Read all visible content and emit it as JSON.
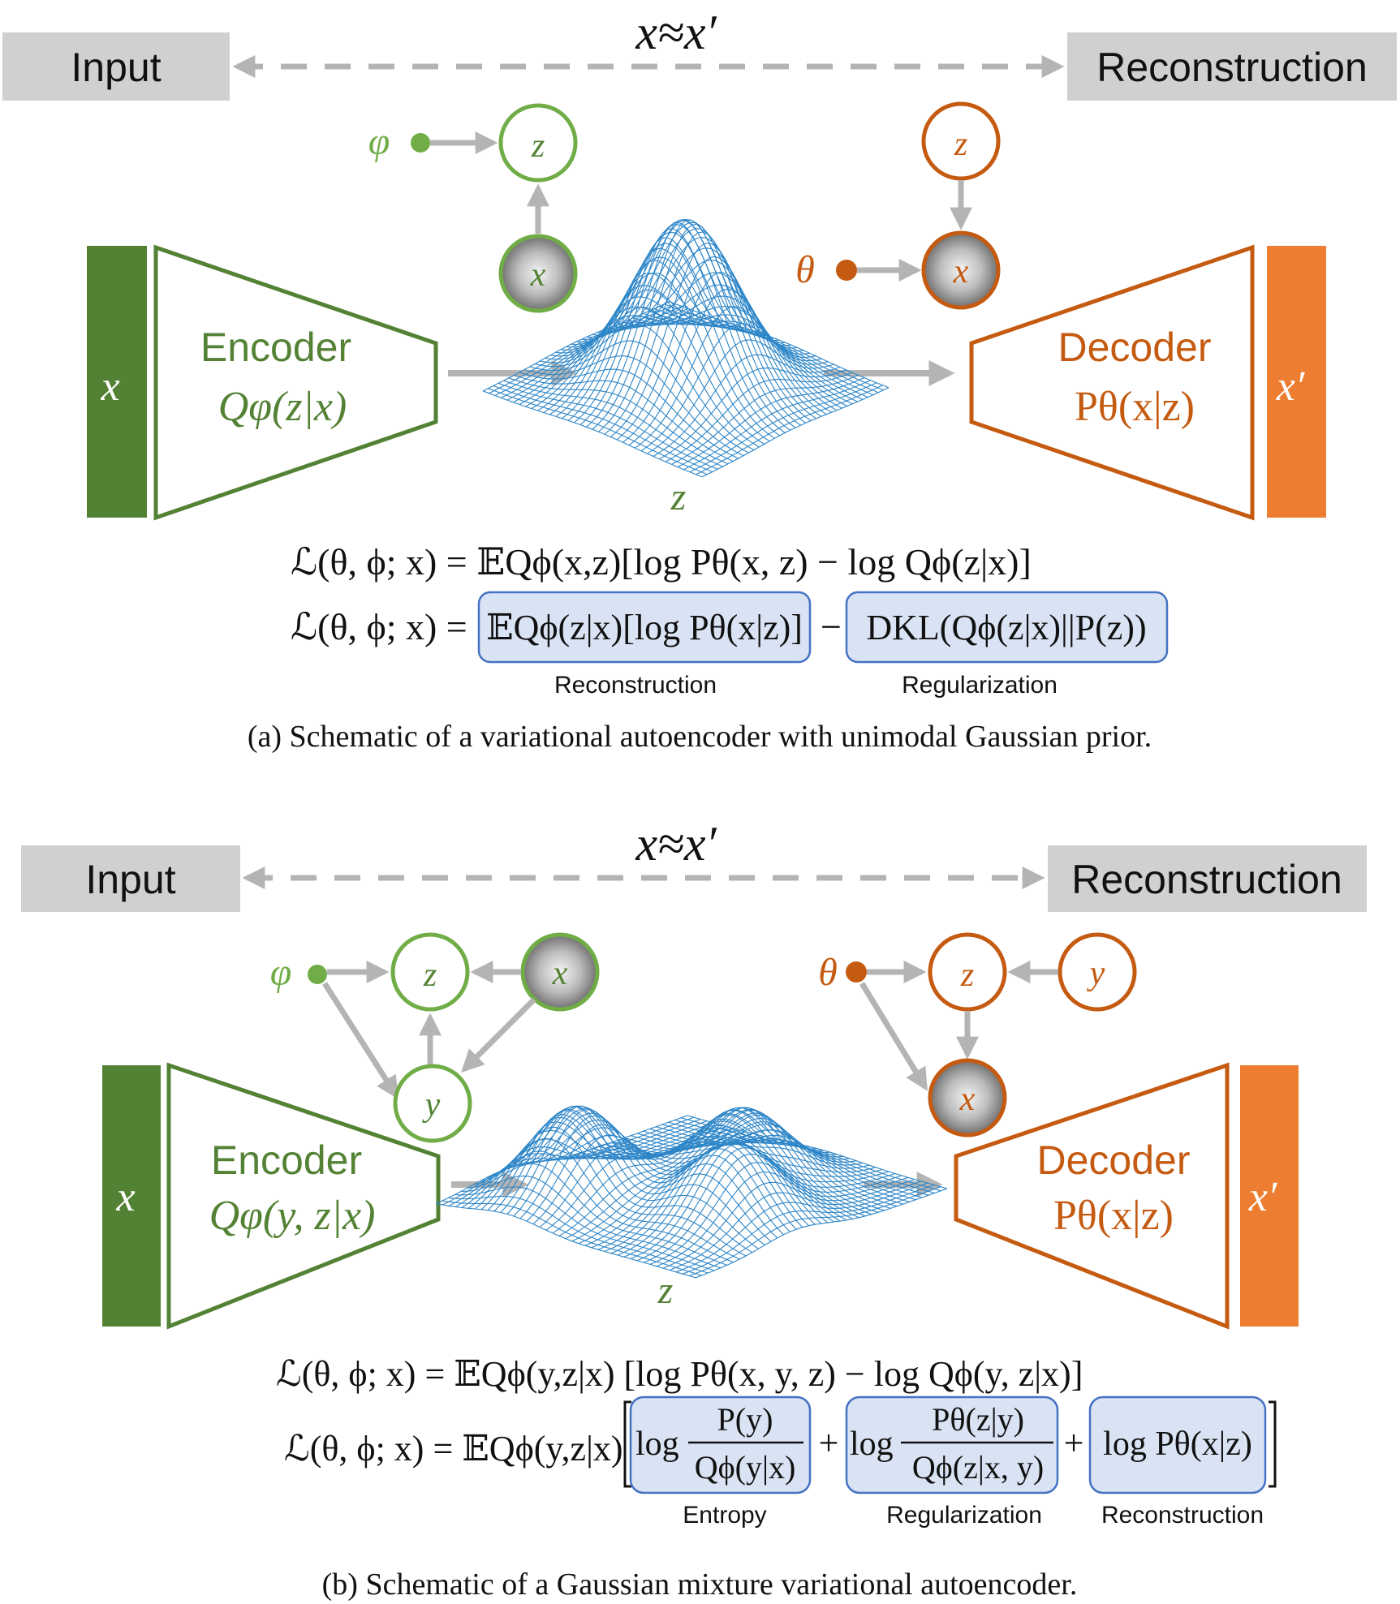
{
  "colors": {
    "green": "#548235",
    "green_light": "#70ad47",
    "orange": "#c55a11",
    "orange_fill": "#ed7d31",
    "grey_box": "#d0d0d0",
    "arrow_grey": "#b4b4b4",
    "mesh_blue": "#2e86c8",
    "term_fill": "#dae3f3",
    "term_stroke": "#4472c4"
  },
  "a": {
    "input_label": "Input",
    "reconstruction_label": "Reconstruction",
    "approx": "x≈x′",
    "input_bar": "x",
    "output_bar": "x′",
    "encoder_title": "Encoder",
    "encoder_formula": "Qφ(z|x)",
    "decoder_title": "Decoder",
    "decoder_formula": "Pθ(x|z)",
    "latent_label": "z",
    "enc_graph": {
      "param": "φ",
      "node_latent": "z",
      "node_observed": "x"
    },
    "dec_graph": {
      "param": "θ",
      "node_latent": "z",
      "node_observed": "x"
    },
    "eq1": "ℒ(θ, ϕ; x) = 𝔼Qϕ(x,z)[log Pθ(x, z) − log Qϕ(z|x)]",
    "eq2_left": "ℒ(θ, ϕ; x) =",
    "eq2_term1": "𝔼Qϕ(z|x)[log Pθ(x|z)]",
    "eq2_minus": "−",
    "eq2_term2": "DKL(Qϕ(z|x)||P(z))",
    "term1_caption": "Reconstruction",
    "term2_caption": "Regularization",
    "caption": "(a) Schematic of a variational autoencoder with unimodal Gaussian prior."
  },
  "b": {
    "input_label": "Input",
    "reconstruction_label": "Reconstruction",
    "approx": "x≈x′",
    "input_bar": "x",
    "output_bar": "x′",
    "encoder_title": "Encoder",
    "encoder_formula": "Qφ(y, z|x)",
    "decoder_title": "Decoder",
    "decoder_formula": "Pθ(x|z)",
    "latent_label": "z",
    "enc_graph": {
      "param": "φ",
      "node_latent": "z",
      "node_observed": "x",
      "node_cluster": "y"
    },
    "dec_graph": {
      "param": "θ",
      "node_latent": "z",
      "node_observed": "x",
      "node_cluster": "y"
    },
    "eq1": "ℒ(θ, ϕ; x) = 𝔼Qϕ(y,z|x) [log Pθ(x, y, z) − log Qϕ(y, z|x)]",
    "eq2_left": "ℒ(θ, ϕ; x) = 𝔼Qϕ(y,z|x)",
    "term1_log": "log",
    "term1_num": "P(y)",
    "term1_den": "Qϕ(y|x)",
    "plus": "+",
    "term2_log": "log",
    "term2_num": "Pθ(z|y)",
    "term2_den": "Qϕ(z|x, y)",
    "term3": "log Pθ(x|z)",
    "term1_caption": "Entropy",
    "term2_caption": "Regularization",
    "term3_caption": "Reconstruction",
    "caption": "(b) Schematic of a Gaussian mixture variational autoencoder."
  }
}
